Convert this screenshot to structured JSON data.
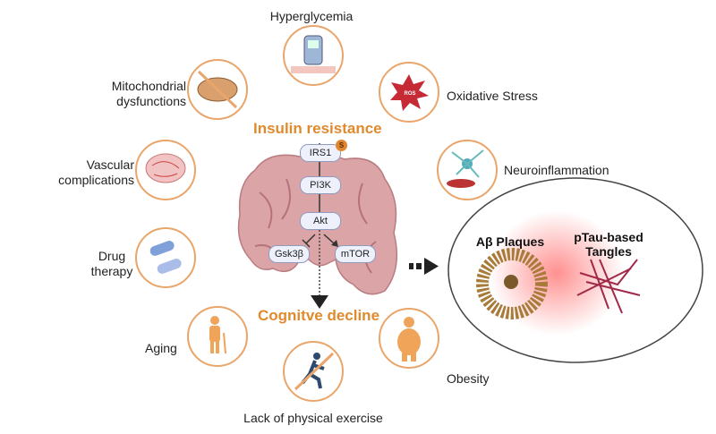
{
  "colors": {
    "accent": "#e08a2e",
    "circle_stroke": "#e9a56a",
    "brain": "#d9a3a6",
    "pill_fill": "#eef1fb"
  },
  "factors": {
    "hyperglycemia": "Hyperglycemia",
    "oxidative_stress": "Oxidative Stress",
    "ros_label": "ROS",
    "neuroinflammation": "Neuroinflammation",
    "mitochondrial": [
      "Mitochondrial",
      "dysfunctions"
    ],
    "vascular": [
      "Vascular",
      "complications"
    ],
    "drug": [
      "Drug",
      "therapy"
    ],
    "aging": "Aging",
    "exercise": "Lack of physical exercise",
    "obesity": "Obesity"
  },
  "center": {
    "title_top": "Insulin resistance",
    "title_bottom": "Cognitve decline",
    "pathway": {
      "irs1": "IRS1",
      "serine_badge": "S",
      "pi3k": "PI3K",
      "akt": "Akt",
      "gsk3b": "Gsk3β",
      "mtor": "mTOR"
    }
  },
  "outcome": {
    "plaques": "Aβ Plaques",
    "tangles": [
      "pTau-based",
      "Tangles"
    ]
  }
}
